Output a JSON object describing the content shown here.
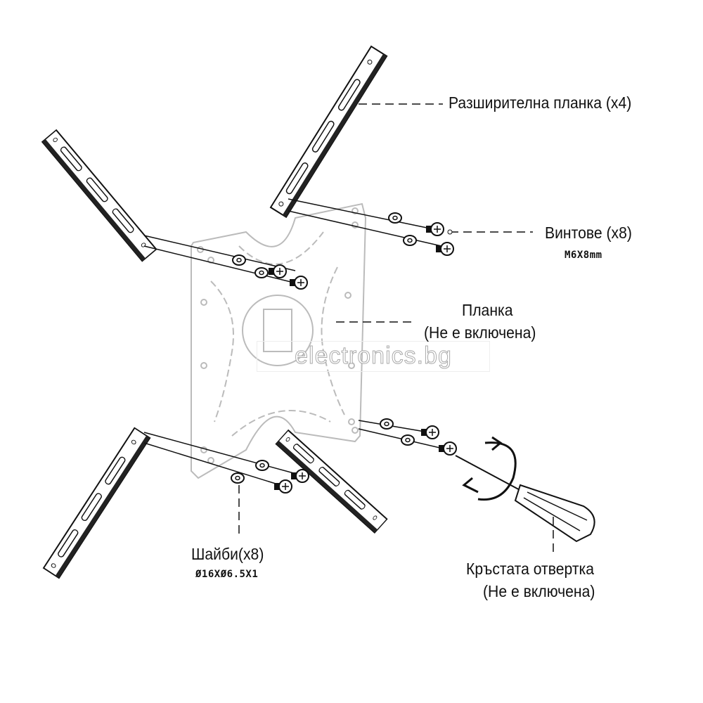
{
  "labels": {
    "extension_bar": "Разширителна планка (x4)",
    "screws": "Винтове (x8)",
    "screws_spec": "M6X8mm",
    "bracket": "Планка",
    "bracket_note": "(Не е включена)",
    "washers": "Шайби(x8)",
    "washers_spec": "Ø16XØ6.5X1",
    "screwdriver": "Кръстата отвертка",
    "screwdriver_note": "(Не е включена)"
  },
  "watermark": "electronics.bg",
  "colors": {
    "line": "#111111",
    "plate": "#bbbbbb",
    "watermark": "#aaaaaa"
  }
}
